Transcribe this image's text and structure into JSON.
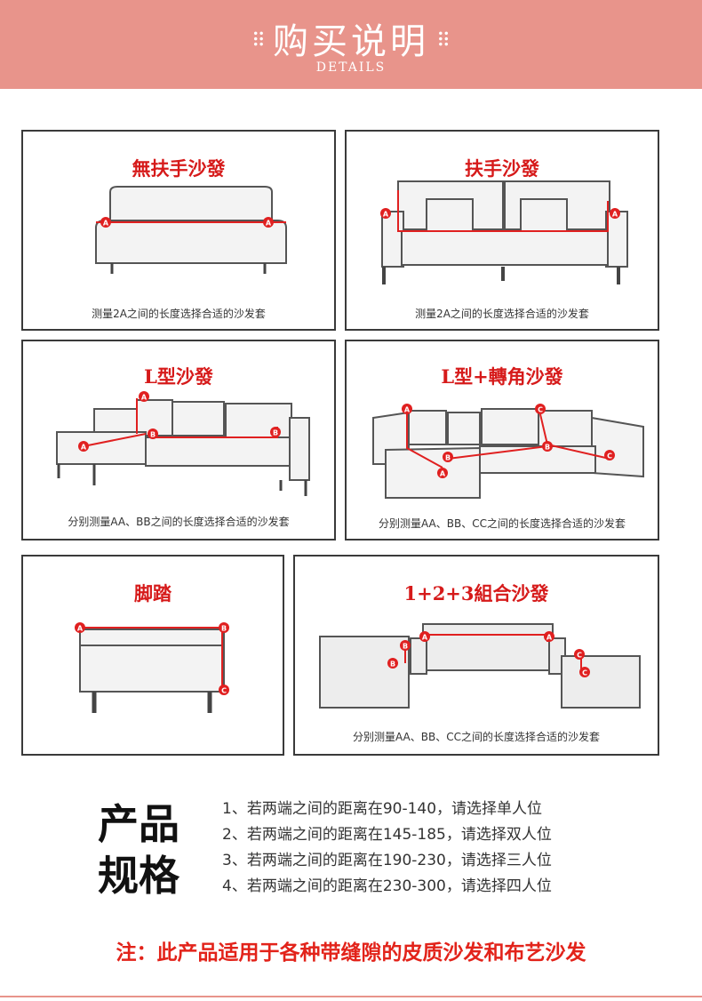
{
  "header": {
    "title": "购买说明",
    "subtitle": "DETAILS",
    "dots_left": "⠿",
    "dots_right": "⠿"
  },
  "panels": [
    {
      "title": "無扶手沙發",
      "caption": "测量2A之间的长度选择合适的沙发套"
    },
    {
      "title": "扶手沙發",
      "caption": "测量2A之间的长度选择合适的沙发套"
    },
    {
      "title": "L型沙發",
      "caption": "分别测量AA、BB之间的长度选择合适的沙发套"
    },
    {
      "title": "L型+轉角沙發",
      "caption": "分别测量AA、BB、CC之间的长度选择合适的沙发套"
    },
    {
      "title": "脚踏",
      "caption": ""
    },
    {
      "title": "1+2+3組合沙發",
      "caption": "分别测量AA、BB、CC之间的长度选择合适的沙发套"
    }
  ],
  "markers": {
    "a": "A",
    "b": "B",
    "c": "C"
  },
  "specs": {
    "title_line1": "产品",
    "title_line2": "规格",
    "items": [
      "1、若两端之间的距离在90-140，请选择单人位",
      "2、若两端之间的距离在145-185，请选择双人位",
      "3、若两端之间的距离在190-230，请选择三人位",
      "4、若两端之间的距离在230-300，请选择四人位"
    ]
  },
  "note": "注：此产品适用于各种带缝隙的皮质沙发和布艺沙发",
  "colors": {
    "header_bg": "#e8948b",
    "accent_red": "#d61a1a",
    "marker_red": "#e02020"
  }
}
